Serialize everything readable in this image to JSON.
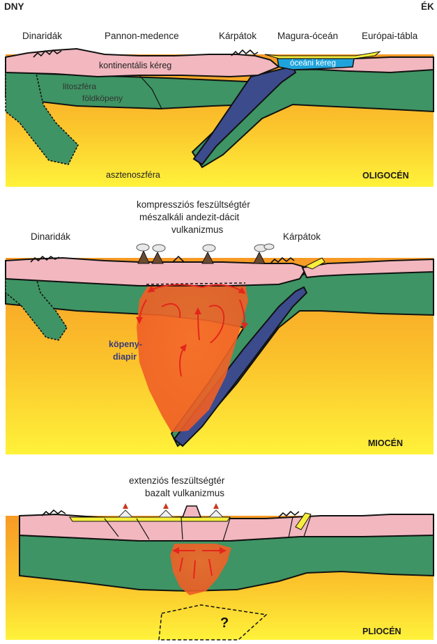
{
  "directions": {
    "west": "DNY",
    "east": "ÉK"
  },
  "colors": {
    "crust": "#f2b7bf",
    "lithosphere": "#3e9464",
    "oceanic_slab": "#3c4b8c",
    "ocean": "#1fa3dc",
    "sediment": "#f7ee3c",
    "asthenosphere_top": "#f7a12a",
    "asthenosphere_bottom": "#fff033",
    "plume": "#f06a2c",
    "arrows": "#e4261c"
  },
  "panels": {
    "oligocene": {
      "period": "OLIGOCÉN",
      "labels": {
        "dinaridak": "Dinaridák",
        "pannon": "Pannon-medence",
        "karpatok": "Kárpátok",
        "magura": "Magura-óceán",
        "europai": "Európai-tábla",
        "kontinentalis": "kontinentális kéreg",
        "oceani": "óceáni kéreg",
        "litoszfera": "litoszféra",
        "foldkopeny": "földköpeny",
        "asztenoszfera": "asztenoszféra"
      }
    },
    "miocene": {
      "period": "MIOCÉN",
      "title_line1": "kompressziós feszültségtér",
      "title_line2": "mészalkáli andezit-dácit",
      "title_line3": "vulkanizmus",
      "labels": {
        "dinaridak": "Dinaridák",
        "karpatok": "Kárpátok",
        "plume1": "köpeny-",
        "plume2": "diapir"
      }
    },
    "pliocene": {
      "period": "PLIOCÉN",
      "title_line1": "extenziós feszültségtér",
      "title_line2": "bazalt vulkanizmus",
      "question": "?"
    }
  }
}
